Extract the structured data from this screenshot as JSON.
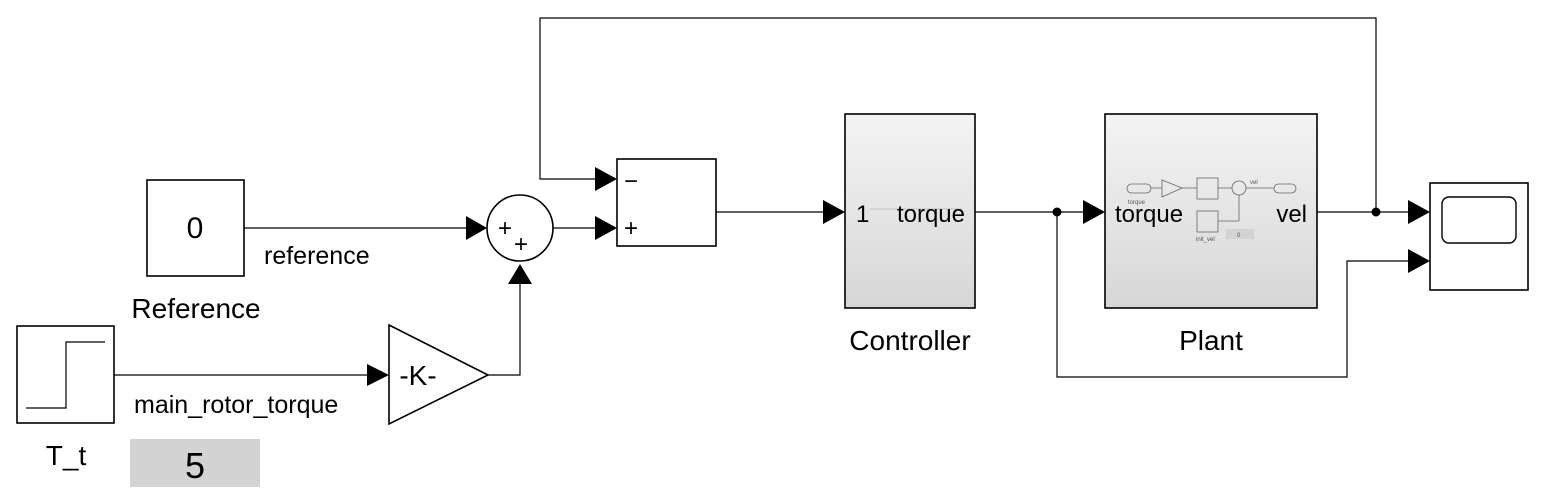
{
  "blocks": {
    "reference_constant": {
      "value": "0",
      "name": "Reference"
    },
    "step": {
      "name": "T_t"
    },
    "gain": {
      "text": "-K-"
    },
    "sum_plus": {
      "sign_top": "+",
      "sign_bottom": "+"
    },
    "subtract": {
      "sign_minus": "−",
      "sign_plus": "+"
    },
    "controller": {
      "port_in": "1",
      "port_out": "torque",
      "name": "Controller"
    },
    "plant": {
      "port_in": "torque",
      "port_out": "vel",
      "name": "Plant",
      "inner_labels": {
        "torque": "torque",
        "vel": "vel",
        "init_vel": "init_vel",
        "zero": "0"
      }
    },
    "scope": {}
  },
  "signals": {
    "reference": "reference",
    "main_rotor_torque": "main_rotor_torque"
  },
  "display": {
    "value": "5"
  },
  "colors": {
    "subsystem_top": "#f4f4f4",
    "subsystem_bottom": "#d6d6d6",
    "display_bg": "#d3d3d3"
  }
}
